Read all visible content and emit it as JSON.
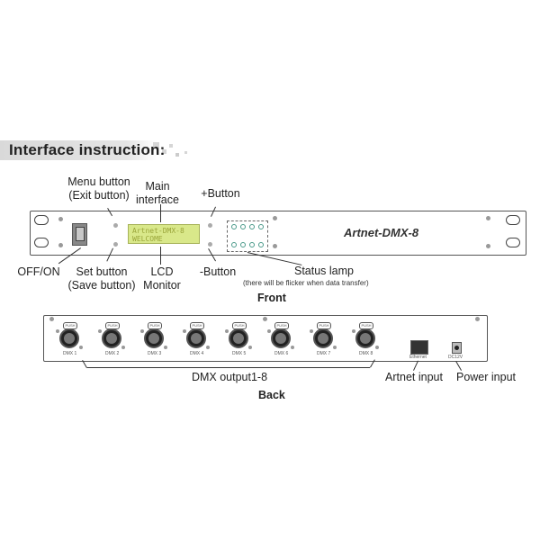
{
  "section_title": "Interface instruction:",
  "front": {
    "caption": "Front",
    "model_name": "Artnet-DMX-8",
    "lcd": {
      "line1": "Artnet-DMX-8",
      "line2": "WELCOME"
    },
    "callouts": {
      "menu_button": [
        "Menu button",
        "(Exit button)"
      ],
      "main_interface": [
        "Main",
        "interface"
      ],
      "plus_button": "+Button",
      "off_on": "OFF/ON",
      "set_button": [
        "Set button",
        "(Save button)"
      ],
      "lcd_monitor": [
        "LCD",
        "Monitor"
      ],
      "minus_button": "-Button",
      "status_lamp": "Status lamp",
      "status_lamp_note": "(there will be flicker when  data transfer)"
    }
  },
  "back": {
    "caption": "Back",
    "outputs": [
      {
        "label": "DMX 1",
        "tag": "PUSH"
      },
      {
        "label": "DMX 2",
        "tag": "PUSH"
      },
      {
        "label": "DMX 3",
        "tag": "PUSH"
      },
      {
        "label": "DMX 4",
        "tag": "PUSH"
      },
      {
        "label": "DMX 5",
        "tag": "PUSH"
      },
      {
        "label": "DMX 6",
        "tag": "PUSH"
      },
      {
        "label": "DMX 7",
        "tag": "PUSH"
      },
      {
        "label": "DMX 8",
        "tag": "PUSH"
      }
    ],
    "ethernet_label": "Ethernet",
    "dc_label": "DC12V",
    "callouts": {
      "dmx_output": "DMX output1-8",
      "artnet_input": "Artnet input",
      "power_input": "Power input"
    }
  }
}
